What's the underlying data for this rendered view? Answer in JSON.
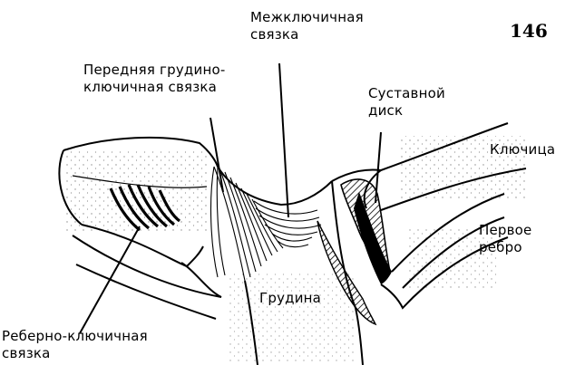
{
  "page_number": "146",
  "labels": {
    "interclavicular_line1": "Межключичная",
    "interclavicular_line2": "связка",
    "anterior_line1": "Передняя грудино-",
    "anterior_line2": "ключичная связка",
    "disc_line1": "Суставной",
    "disc_line2": "диск",
    "clavicle": "Ключица",
    "rib_line1": "Первое",
    "rib_line2": "ребро",
    "sternum": "Грудина",
    "costoclavicular_line1": "Реберно-ключичная",
    "costoclavicular_line2": "связка"
  },
  "colors": {
    "ink": "#000000",
    "paper": "#ffffff"
  }
}
